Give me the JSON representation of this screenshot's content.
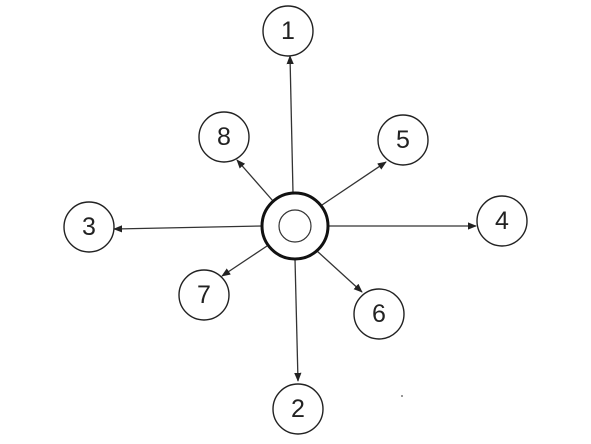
{
  "diagram": {
    "nodes": [
      {
        "id": "n1",
        "label": "1"
      },
      {
        "id": "n2",
        "label": "2"
      },
      {
        "id": "n3",
        "label": "3"
      },
      {
        "id": "n4",
        "label": "4"
      },
      {
        "id": "n5",
        "label": "5"
      },
      {
        "id": "n6",
        "label": "6"
      },
      {
        "id": "n7",
        "label": "7"
      },
      {
        "id": "n8",
        "label": "8"
      }
    ]
  }
}
